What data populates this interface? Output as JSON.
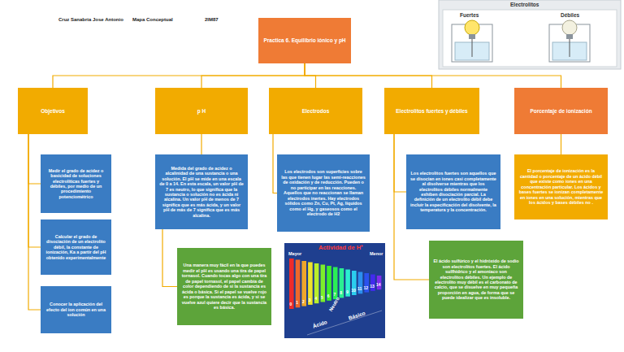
{
  "diagram": {
    "title": "Practica 6. Equilibrio iónico y pH",
    "nodes": [
      {
        "text": [
          "Practica 6. Equilibrio iónico y pH"
        ]
      },
      {
        "text": [
          "Objetivos"
        ]
      },
      {
        "text": [
          "Medir el grado de acidez o basicidad de soluciones electrolíticas fuertes y débiles, por medio de un procedimiento potenciométrico"
        ]
      },
      {
        "text": [
          "Calcular el grado de disociación de un electrolito débil, la constante de ionización, Ka a partir del pH obtenido experimentalmente"
        ]
      },
      {
        "text": [
          "Conocer la aplicación del efecto del ion común en una solución"
        ]
      },
      {
        "text": [
          "p H"
        ]
      },
      {
        "text": [
          "Medida del grado de acidez o alcalinidad de una sustancia o una solución. El pH se mide en una escala de 0 a 14. En esta escala, un valor pH de 7 es neutro, lo que significa que la sustancia o solución no es ácida ni alcalina. Un valor pH de menos de 7 significa que es más ácida, y un valor pH de más de 7 significa que es más alcalina."
        ]
      },
      {
        "text": [
          "Una manera muy fácil en la que puedes medir el pH es usando una tira de papel tornasol. Cuando tocas algo con una tira de papel tornasol, el papel cambia de color dependiendo de si la sustancia es ácida o básica. Si el papel se vuelve rojo es porque la sustancia es ácida, y si se vuelve azul quiere decir que la sustancia es básica."
        ]
      },
      {
        "text": [
          "Electrodos"
        ]
      },
      {
        "text": [
          "Los electrodos son superficies sobre las que tienen lugar las semi-reacciones de oxidación y de reducción. Pueden o no participar en las reacciones. Aquellos que no reaccionan se llaman electrodos inertes. Hay electrodos sólidos como Zn, Cu, Pt, Ag, líquidos como el Hg, y gaseosos como el electrodo de H2"
        ]
      },
      {
        "text": [
          "Electrolitos fuertes y débiles"
        ]
      },
      {
        "text": [
          "Los electrolitos fuertes son aquellos que se disocian en iones casi completamente al disolverse mientras que los electrolitos débiles normalmente exhiben disociación parcial. La definición de un electrolito débil debe incluir la especificación del disolvente, la temperatura y la concentración."
        ]
      },
      {
        "text": [
          "El ácido sulfúrico y el hidróxido de sodio son electrolitos fuertes. El ácido sulfhídrico y el amoniaco son electrolitos débiles. Un ejemplo de electrolito muy débil es el carbonato de calcio, que se disuelve en muy pequeña proporción en agua, de forma que se puede idealizar que es insoluble."
        ]
      },
      {
        "text": [
          "Porcentaje de ionización"
        ]
      },
      {
        "text": [
          "El porcentaje de ionización es la cantidad o porcentaje de un ácido débil que existe como iones en una concentración particular. Los ácidos y bases fuertes se ionizan completamente en iones en una solución, mientras que los ácidos y bases débiles no ."
        ]
      }
    ],
    "edges": [
      {
        "from": 0,
        "to": 1,
        "arrow": "none"
      },
      {
        "from": 0,
        "to": 5,
        "arrow": "none"
      },
      {
        "from": 0,
        "to": 8,
        "arrow": "none"
      },
      {
        "from": 0,
        "to": 10,
        "arrow": "none"
      },
      {
        "from": 0,
        "to": 13,
        "arrow": "none"
      },
      {
        "from": 1,
        "to": 2,
        "arrow": "none"
      },
      {
        "from": 1,
        "to": 3,
        "arrow": "none"
      },
      {
        "from": 1,
        "to": 4,
        "arrow": "none"
      },
      {
        "from": 5,
        "to": 6,
        "arrow": "none"
      },
      {
        "from": 6,
        "to": 7,
        "arrow": "none"
      },
      {
        "from": 8,
        "to": 9,
        "arrow": "none"
      },
      {
        "from": 10,
        "to": 11,
        "arrow": "none"
      },
      {
        "from": 10,
        "to": 12,
        "arrow": "none"
      },
      {
        "from": 13,
        "to": 14,
        "arrow": "none"
      }
    ],
    "labels": [
      "Cruz Sanabria Jose Antonio",
      "Mapa Conceptual",
      "2IM87",
      "Electrolitos",
      "Fuertes",
      "Débiles",
      "Actividad de H⁺",
      "Mayor",
      "Menor",
      "0",
      "1",
      "2",
      "3",
      "4",
      "5",
      "6",
      "7",
      "8",
      "9",
      "10",
      "11",
      "12",
      "13",
      "14",
      "Neutro",
      "Ácido",
      "Básico"
    ]
  }
}
